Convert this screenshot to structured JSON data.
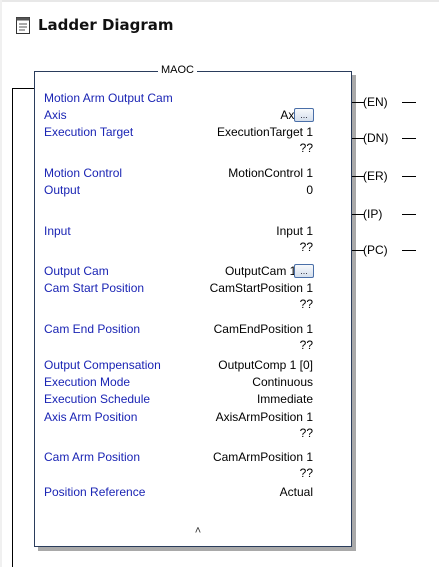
{
  "header": {
    "title": "Ladder Diagram",
    "icon": "document-icon"
  },
  "block": {
    "name": "MAOC",
    "description": "Motion Arm Output Cam",
    "rows": [
      {
        "label": "Axis",
        "value": "Axis 1",
        "browse": true
      },
      {
        "label": "Execution Target",
        "value": "ExecutionTarget 1",
        "sub": "??"
      },
      {
        "label": "Motion Control",
        "value": "MotionControl 1"
      },
      {
        "label": "Output",
        "value": "0"
      },
      {
        "label": "Input",
        "value": "Input 1",
        "sub": "??"
      },
      {
        "label": "Output Cam",
        "value": "OutputCam 1 [0]",
        "browse": true
      },
      {
        "label": "Cam Start Position",
        "value": "CamStartPosition 1",
        "sub": "??"
      },
      {
        "label": "Cam End Position",
        "value": "CamEndPosition 1",
        "sub": "??"
      },
      {
        "label": "Output Compensation",
        "value": "OutputComp 1 [0]"
      },
      {
        "label": "Execution Mode",
        "value": "Continuous"
      },
      {
        "label": "Execution Schedule",
        "value": "Immediate"
      },
      {
        "label": "Axis Arm Position",
        "value": "AxisArmPosition 1",
        "sub": "??"
      },
      {
        "label": "Cam Arm Position",
        "value": "CamArmPosition 1",
        "sub": "??"
      },
      {
        "label": "Position Reference",
        "value": "Actual"
      }
    ],
    "browse_label": "...",
    "collapse_icon": "double-chevron-up-icon",
    "collapse_glyph": "˄"
  },
  "outputs": [
    "EN",
    "DN",
    "ER",
    "IP",
    "PC"
  ]
}
